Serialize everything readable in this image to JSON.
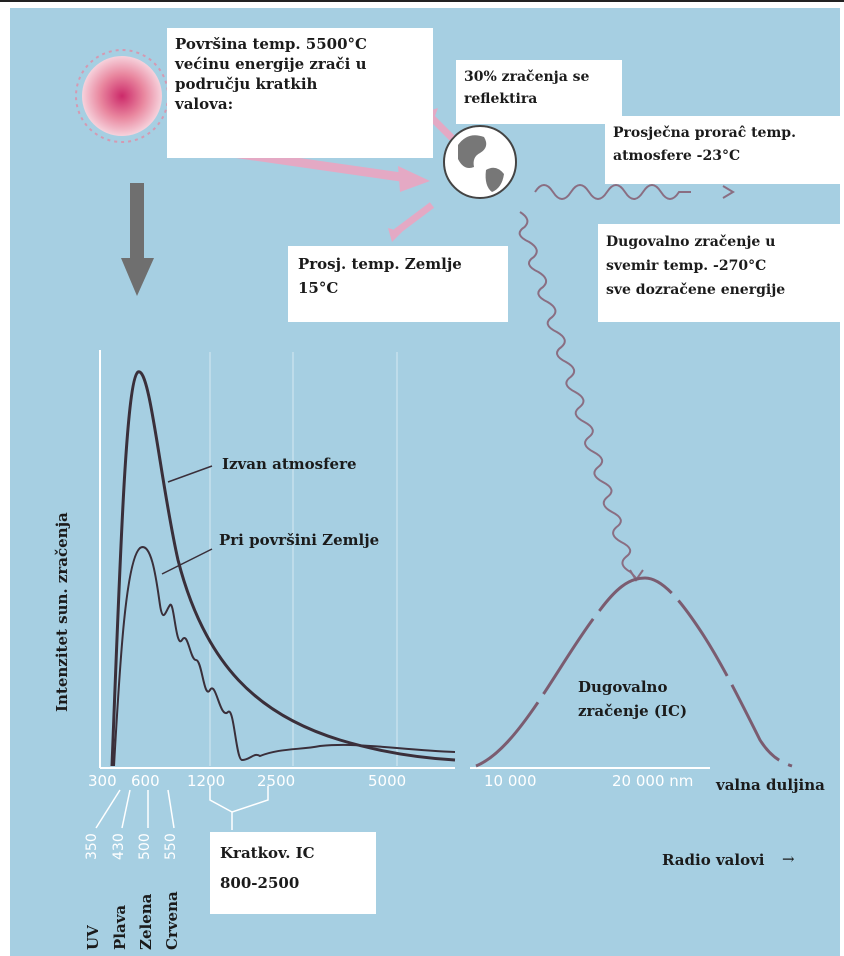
{
  "sun_box": {
    "lines": [
      "Površina  temp. 5500°C",
      "većinu energije zrači u",
      "području kratkih",
      "valova:"
    ]
  },
  "reflect_box": {
    "lines": [
      "30%  zračenja  se",
      "reflektira"
    ]
  },
  "atmos_box": {
    "lines": [
      "Prosječna proraĉ temp.",
      "atmosfere -23°C"
    ]
  },
  "earth_temp_box": {
    "lines": [
      "Prosj. temp. Zemlje",
      "15°C"
    ]
  },
  "longwave_box": {
    "lines": [
      "Dugovalno zračenje u",
      "svemir temp. -270°C",
      "sve dozračene energije"
    ]
  },
  "curve_labels": {
    "outside": "Izvan atmosfere",
    "surface": "Pri površini Zemlje"
  },
  "y_axis_label": "Intenzitet sun. zračenja",
  "x_ticks_left": [
    "300",
    "600",
    "1200",
    "2500",
    "5000"
  ],
  "x_ticks_right": [
    "10 000",
    "20 000 nm"
  ],
  "x_axis_label": "valna duljina",
  "peak_label": {
    "lines": [
      "Dugovalno",
      "zračenje (IC)"
    ]
  },
  "band_numbers": [
    "350",
    "430",
    "500",
    "550"
  ],
  "band_names": [
    "UV",
    "Plava",
    "Zelena",
    "Crvena"
  ],
  "ir_box": {
    "lines": [
      "Kratkov. IC",
      "800-2500"
    ]
  },
  "radio_label": "Radio valovi",
  "colors": {
    "background": "#a6cfe2",
    "curve": "#3a2f3a",
    "wave": "#8a6e82",
    "arrow": "#e4a9c4",
    "box": "#ffffff"
  }
}
